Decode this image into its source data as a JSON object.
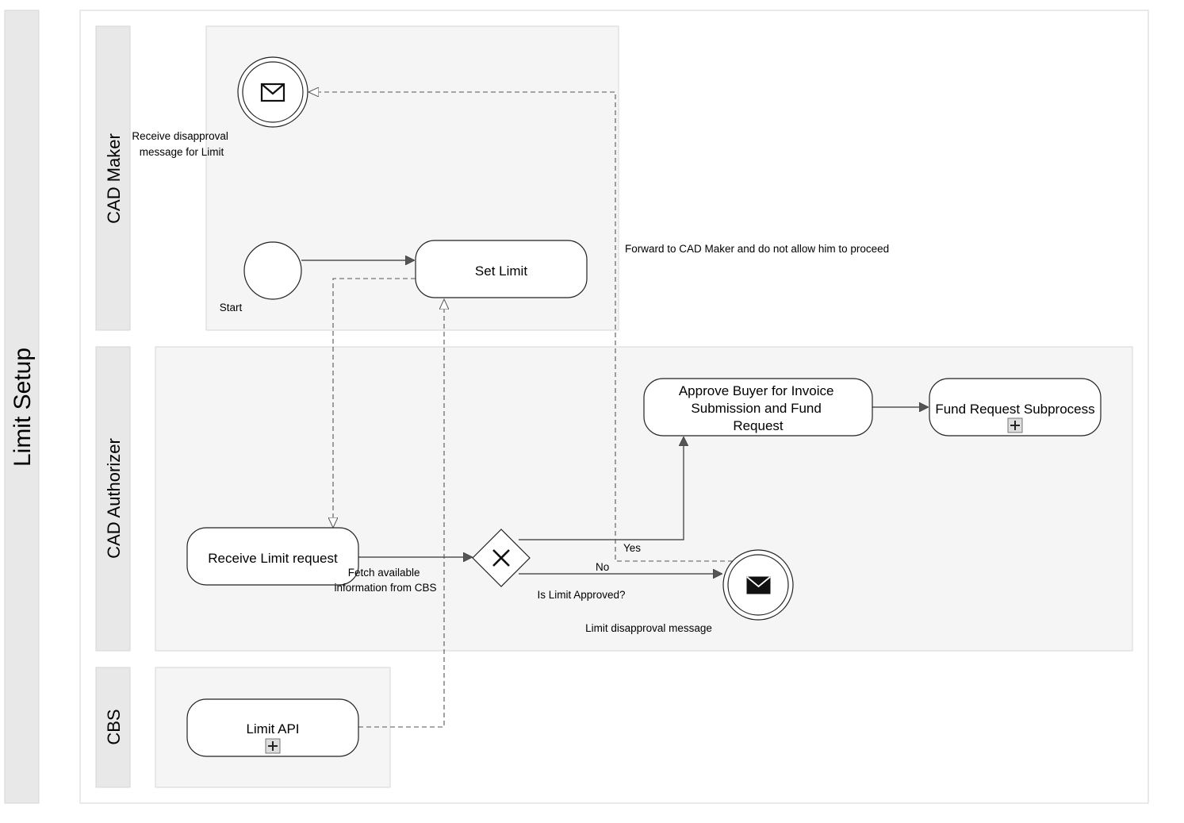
{
  "pool": {
    "title": "Limit Setup",
    "lanes": [
      {
        "title": "CAD Maker"
      },
      {
        "title": "CAD Authorizer"
      },
      {
        "title": "CBS"
      }
    ]
  },
  "events": {
    "start_label": "Start",
    "cad_maker_message_label": [
      "Receive disapproval",
      "message for Limit"
    ],
    "disapproval_end_label": "Limit disapproval message"
  },
  "tasks": {
    "set_limit": [
      "Set Limit"
    ],
    "receive_limit_request": [
      "Receive Limit request"
    ],
    "approve_buyer": [
      "Approve Buyer for Invoice",
      "Submission and Fund",
      "Request"
    ],
    "fund_request_subprocess": [
      "Fund Request Subprocess"
    ],
    "limit_api": [
      "Limit API"
    ]
  },
  "gateway": {
    "label": "Is Limit Approved?"
  },
  "flows": {
    "yes_label": "Yes",
    "no_label": "No",
    "fetch_label": [
      "Fetch available",
      "information from CBS"
    ],
    "forward_label": "Forward to CAD Maker and do not allow him to proceed"
  },
  "colors": {
    "lane_header": "#e8e8e8",
    "lane_body": "#f5f5f5",
    "border": "#d6d6d6",
    "stroke": "#222222",
    "task_fill": "#ffffff"
  }
}
